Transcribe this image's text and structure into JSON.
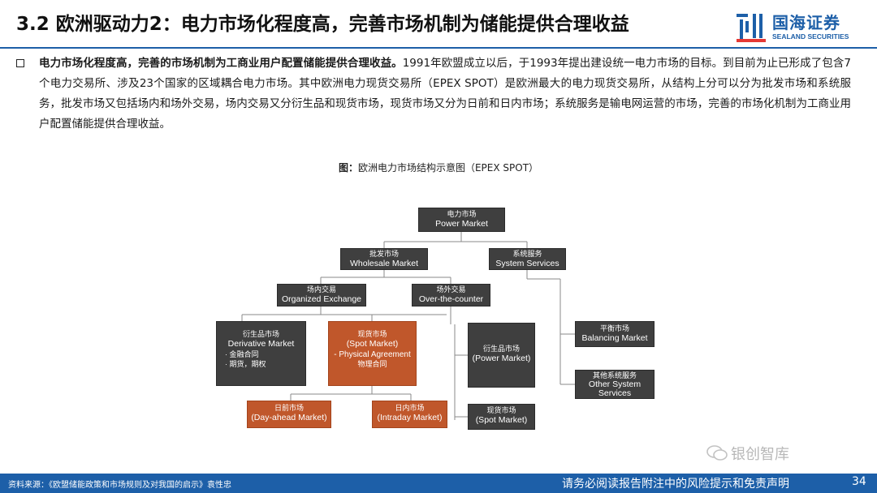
{
  "header": {
    "title": "3.2 欧洲驱动力2：电力市场化程度高，完善市场机制为储能提供合理收益",
    "logo_cn": "国海证券",
    "logo_en": "SEALAND SECURITIES"
  },
  "body": {
    "lead_bold": "电力市场化程度高，完善的市场机制为工商业用户配置储能提供合理收益。",
    "text": "1991年欧盟成立以后，于1993年提出建设统一电力市场的目标。到目前为止已形成了包含7个电力交易所、涉及23个国家的区域耦合电力市场。其中欧洲电力现货交易所（EPEX SPOT）是欧洲最大的电力现货交易所，从结构上分可以分为批发市场和系统服务，批发市场又包括场内和场外交易，场内交易又分衍生品和现货市场，现货市场又分为日前和日内市场；系统服务是输电网运营的市场，完善的市场化机制为工商业用户配置储能提供合理收益。"
  },
  "figure": {
    "caption_label": "图：",
    "caption_text": "欧洲电力市场结构示意图（EPEX SPOT）",
    "nodes": {
      "power_market": {
        "cn": "电力市场",
        "en": "Power Market"
      },
      "wholesale": {
        "cn": "批发市场",
        "en": "Wholesale Market"
      },
      "system_services": {
        "cn": "系统服务",
        "en": "System Services"
      },
      "organized": {
        "cn": "场内交易",
        "en": "Organized Exchange"
      },
      "otc": {
        "cn": "场外交易",
        "en": "Over-the-counter"
      },
      "derivative": {
        "cn": "衍生品市场",
        "en": "Derivative Market",
        "sub1": "· 金融合同",
        "sub2": "· 期货，期权"
      },
      "spot": {
        "cn": "现货市场",
        "en": "(Spot Market)",
        "sub1": "- Physical Agreement",
        "sub2": "物理合同"
      },
      "otc_forward": {
        "cn": "衍生品市场",
        "en": "(Power Market)"
      },
      "otc_spot": {
        "cn": "现货市场",
        "en": "(Spot Market)"
      },
      "dayahead": {
        "cn": "日前市场",
        "en": "(Day-ahead Market)"
      },
      "intraday": {
        "cn": "日内市场",
        "en": "(Intraday Market)"
      },
      "balancing": {
        "cn": "平衡市场",
        "en": "Balancing Market"
      },
      "other": {
        "cn": "其他系统服务",
        "en": "Other System",
        "en2": "Services"
      }
    }
  },
  "watermark": "银创智库",
  "footer": {
    "source": "资料来源：《欧盟储能政策和市场规则及对我国的启示》袁性忠",
    "disclaimer": "请务必阅读报告附注中的风险提示和免责声明",
    "page": "34"
  },
  "colors": {
    "brand_blue": "#1d5fa8",
    "node_dark": "#3f3f3f",
    "node_orange": "#c0572b"
  }
}
